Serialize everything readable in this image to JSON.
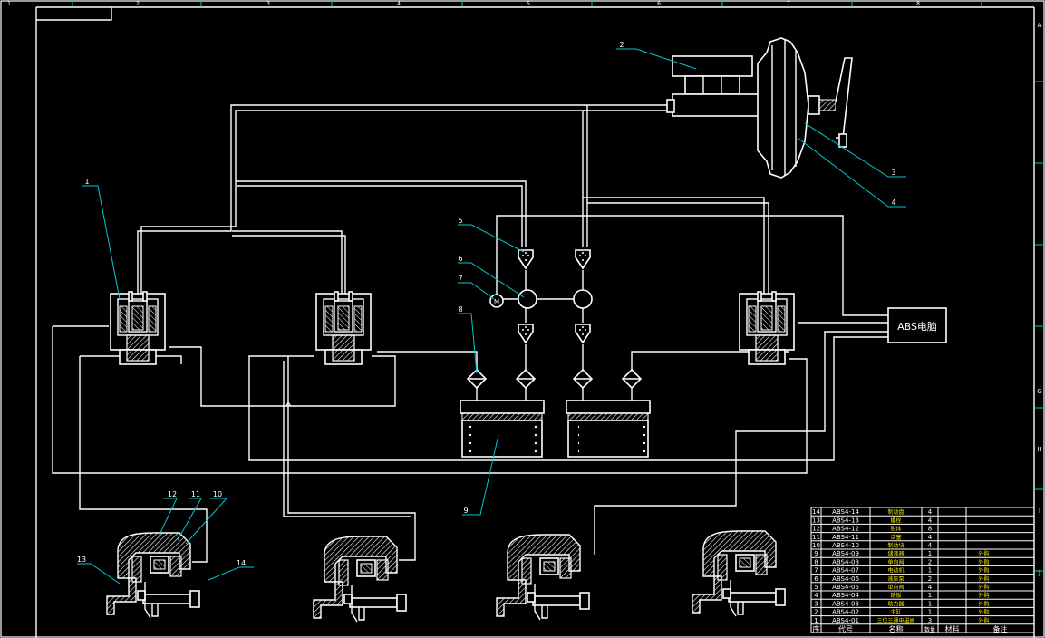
{
  "frame": {
    "top_marks": [
      "1",
      "2",
      "3",
      "4",
      "5",
      "6",
      "7",
      "8"
    ],
    "side_marks": [
      "A",
      "G",
      "H",
      "I",
      "J"
    ]
  },
  "callouts": [
    "1",
    "2",
    "3",
    "4",
    "5",
    "6",
    "7",
    "8",
    "9",
    "10",
    "11",
    "12",
    "13",
    "14"
  ],
  "ecu_label": "ABS电脑",
  "bom": {
    "rows": [
      {
        "no": "14",
        "code": "ABS4-14",
        "name": "制动盘",
        "qty": "4",
        "note": ""
      },
      {
        "no": "13",
        "code": "ABS4-13",
        "name": "螺栓",
        "qty": "4",
        "note": ""
      },
      {
        "no": "12",
        "code": "ABS4-12",
        "name": "钳体",
        "qty": "8",
        "note": ""
      },
      {
        "no": "11",
        "code": "ABS4-11",
        "name": "活塞",
        "qty": "4",
        "note": ""
      },
      {
        "no": "10",
        "code": "ABS4-10",
        "name": "制动块",
        "qty": "4",
        "note": ""
      },
      {
        "no": "9",
        "code": "ABS4-09",
        "name": "储液器",
        "qty": "1",
        "note": "外购"
      },
      {
        "no": "8",
        "code": "ABS4-08",
        "name": "单向阀",
        "qty": "2",
        "note": "外购"
      },
      {
        "no": "7",
        "code": "ABS4-07",
        "name": "电动机",
        "qty": "1",
        "note": "外购"
      },
      {
        "no": "6",
        "code": "ABS4-06",
        "name": "液压泵",
        "qty": "2",
        "note": "外购"
      },
      {
        "no": "5",
        "code": "ABS4-05",
        "name": "单向阀",
        "qty": "4",
        "note": "外购"
      },
      {
        "no": "4",
        "code": "ABS4-04",
        "name": "踏板",
        "qty": "1",
        "note": "外购"
      },
      {
        "no": "3",
        "code": "ABS4-03",
        "name": "助力器",
        "qty": "1",
        "note": "外购"
      },
      {
        "no": "2",
        "code": "ABS4-02",
        "name": "主缸",
        "qty": "1",
        "note": "外购"
      },
      {
        "no": "1",
        "code": "ABS4-01",
        "name": "三位三通电磁阀",
        "qty": "3",
        "note": "外购"
      }
    ],
    "header": {
      "no": "序",
      "code": "代号",
      "name": "名称",
      "qty": "数量",
      "material": "材料",
      "note": "备注"
    }
  }
}
